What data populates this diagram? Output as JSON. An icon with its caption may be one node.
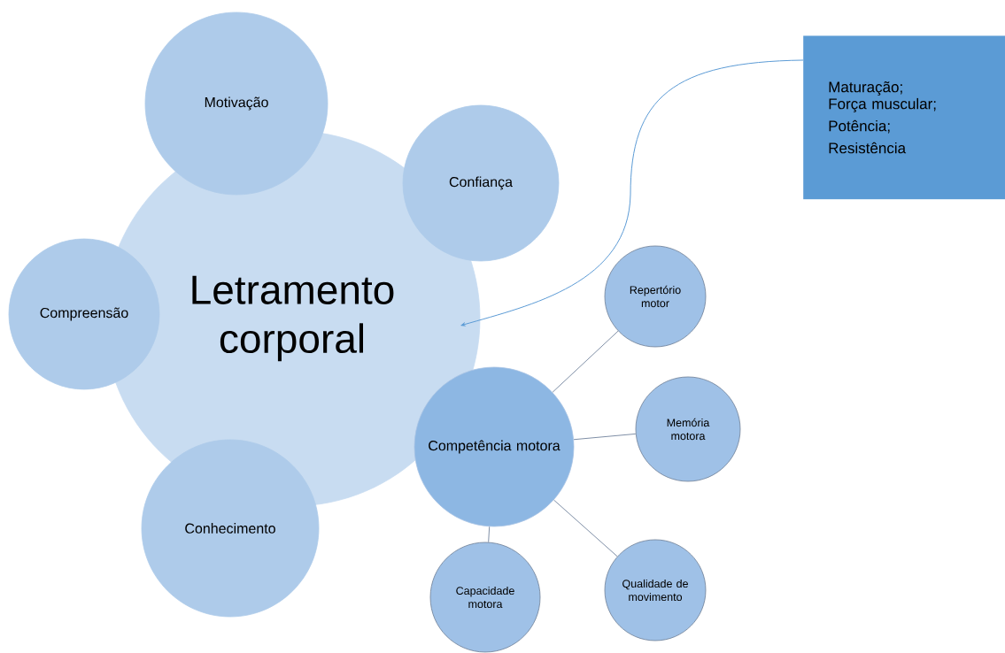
{
  "diagram": {
    "nodes": [
      {
        "text": [
          "Motivação"
        ]
      },
      {
        "text": [
          "Maturação;",
          "Força muscular;",
          "Potência;",
          "Resistência"
        ]
      },
      {
        "text": [
          "Confiança"
        ]
      },
      {
        "text": [
          "Letramento corporal"
        ]
      },
      {
        "text": [
          "Compreensão"
        ]
      },
      {
        "text": [
          "Repertório motor"
        ]
      },
      {
        "text": [
          "Competência motora"
        ]
      },
      {
        "text": [
          "Memória motora"
        ]
      },
      {
        "text": [
          "Conhecimento"
        ]
      },
      {
        "text": [
          "Capacidade motora"
        ]
      },
      {
        "text": [
          "Qualidade de movimento"
        ]
      }
    ],
    "edges": [
      {
        "from": 1,
        "to": 3,
        "arrow": "to",
        "color": "#5b9bd5"
      },
      {
        "from": 6,
        "to": 5,
        "arrow": "none"
      },
      {
        "from": 6,
        "to": 7,
        "arrow": "none"
      },
      {
        "from": 6,
        "to": 10,
        "arrow": "none"
      },
      {
        "from": 6,
        "to": 9,
        "arrow": "none"
      }
    ]
  }
}
